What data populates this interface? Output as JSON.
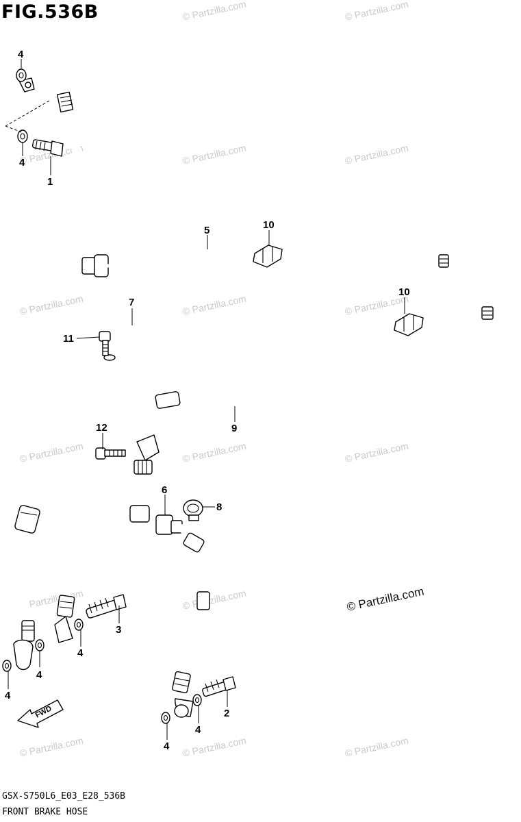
{
  "title": "FIG.536B",
  "footer": {
    "code": "GSX-S750L6_E03_E28_536B",
    "name": "FRONT BRAKE HOSE"
  },
  "watermark": {
    "text": "© Partzilla.com",
    "main_text": "© Partzilla.com"
  },
  "labels": {
    "p4_top": "4",
    "p4_upper": "4",
    "p1": "1",
    "p5": "5",
    "p10_a": "10",
    "p10_b": "10",
    "p7": "7",
    "p11": "11",
    "p9": "9",
    "p12": "12",
    "p6": "6",
    "p8": "8",
    "p3": "3",
    "p4_mid": "4",
    "p4_left2": "4",
    "p4_left1": "4",
    "p2": "2",
    "p4_right": "4",
    "p4_bottom": "4"
  },
  "fwd_arrow": "FWD"
}
